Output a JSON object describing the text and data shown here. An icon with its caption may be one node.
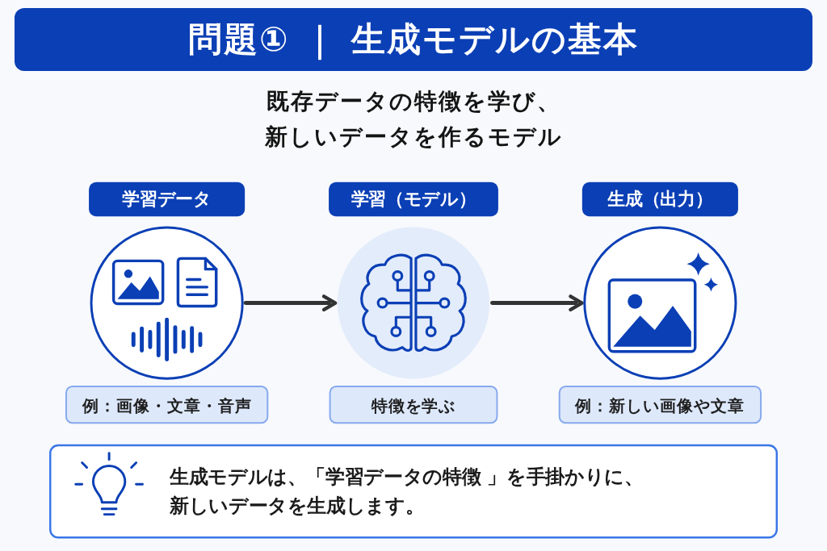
{
  "diagram": {
    "title": "問題① ｜ 生成モデルの基本",
    "nodes": [
      {
        "text": [
          "学習データ"
        ],
        "beside": [
          "例：画像・文章・音声"
        ]
      },
      {
        "text": [
          "学習（モデル）"
        ],
        "beside": [
          "特徴を学ぶ"
        ]
      },
      {
        "text": [
          "生成（出力）"
        ],
        "beside": [
          "例：新しい画像や文章"
        ]
      },
      {
        "text": [
          "生成モデルは、「学習データの特徴 」を手掛かりに、新しいデータを生成します。"
        ]
      }
    ],
    "edges": [
      {
        "from": 0,
        "to": 1,
        "arrow": "to"
      },
      {
        "from": 1,
        "to": 2,
        "arrow": "to"
      }
    ],
    "labels": [
      "既存データの特徴を学び、新しいデータを作るモデル"
    ]
  }
}
